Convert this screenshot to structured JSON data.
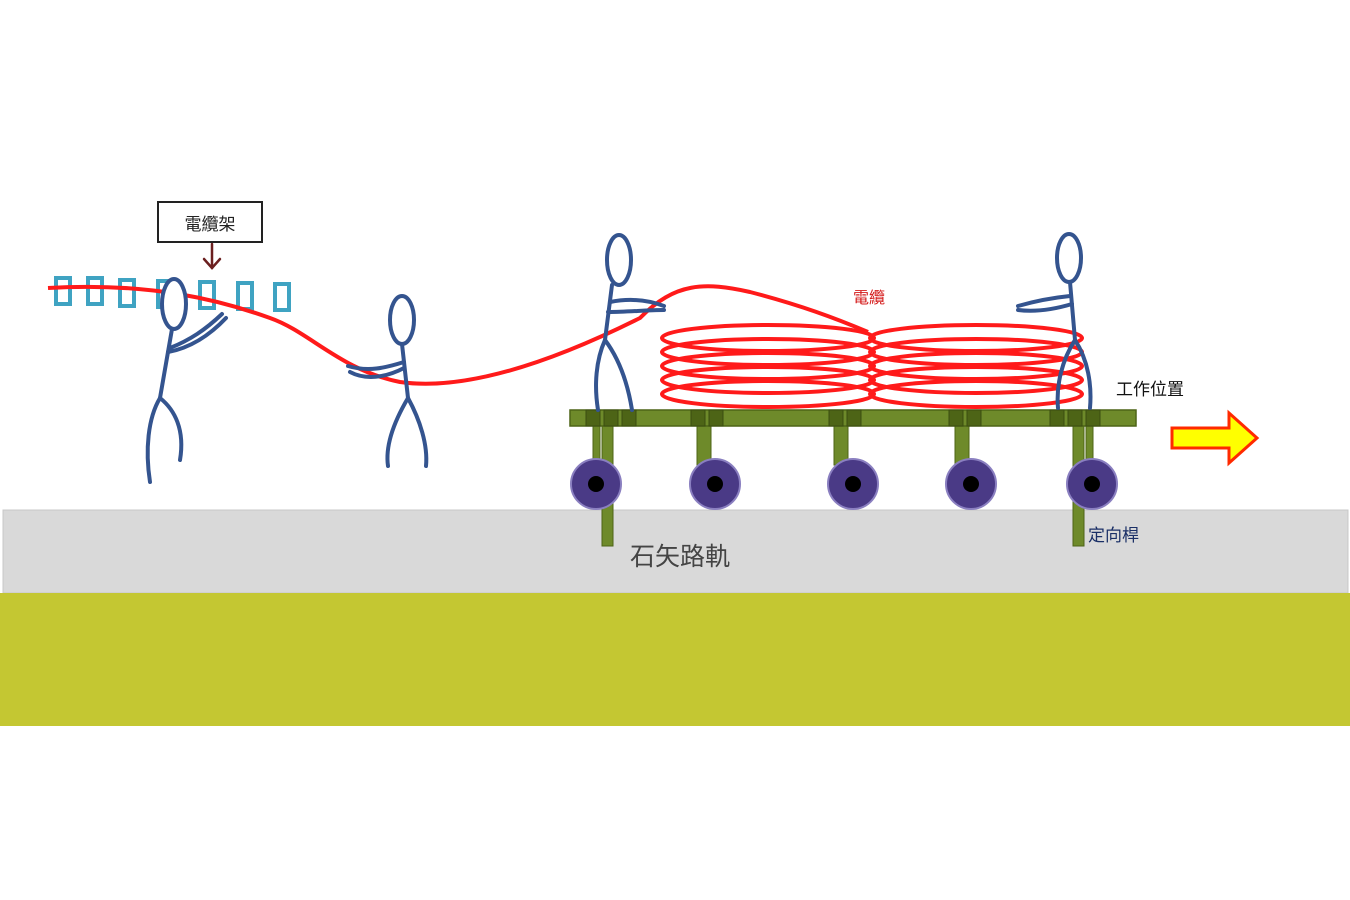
{
  "labels": {
    "cable_rack": "電纜架",
    "cable": "電纜",
    "work_position": "工作位置",
    "guide_rod": "定向桿",
    "ballast_track": "石矢路軌"
  },
  "colors": {
    "cable": "#ff1a1a",
    "rack": "#3fa3c2",
    "figure": "#34548f",
    "cart": "#6e8a2a",
    "cart_dark": "#4d6416",
    "wheel": "#4a3a86",
    "track": "#d9d9d9",
    "ground": "#c4c732",
    "arrow_fill": "#ffff00",
    "arrow_stroke": "#ff2a00",
    "callout_arrow": "#6b1f1f"
  },
  "icons": {
    "direction_arrow": "right-arrow-icon",
    "callout_pointer": "down-arrow-icon"
  }
}
